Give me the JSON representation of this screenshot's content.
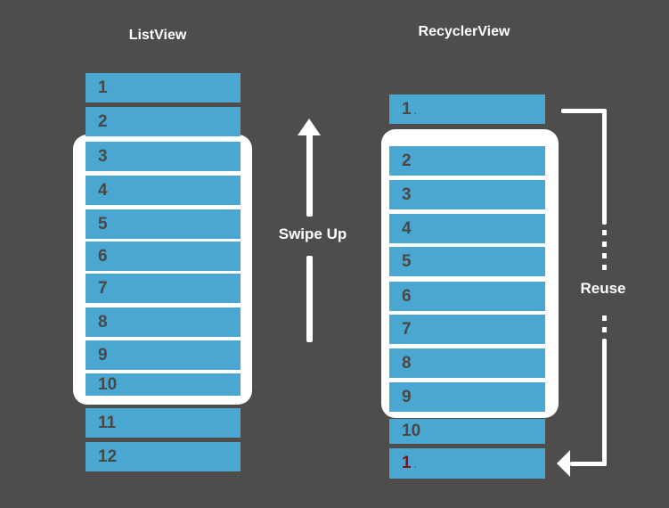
{
  "diagram": {
    "left_panel": {
      "title": "ListView",
      "rows": [
        "1",
        "2",
        "3",
        "4",
        "5",
        "6",
        "7",
        "8",
        "9",
        "10",
        "11",
        "12"
      ]
    },
    "right_panel": {
      "title": "RecyclerView",
      "rows": [
        {
          "label": "1",
          "suffix": "."
        },
        {
          "label": "2"
        },
        {
          "label": "3"
        },
        {
          "label": "4"
        },
        {
          "label": "5"
        },
        {
          "label": "6"
        },
        {
          "label": "7"
        },
        {
          "label": "8"
        },
        {
          "label": "9"
        },
        {
          "label": "10"
        },
        {
          "label": "1",
          "suffix": ".",
          "reused": true
        }
      ]
    },
    "swipe_arrow_label": "Swipe Up",
    "reuse_label": "Reuse"
  },
  "colors": {
    "background": "#4F4C4C",
    "row_blue": "#4AA7D2",
    "row_number_text": "#4A4747",
    "reused_number_text": "#8A0F12",
    "accent_white": "#FFFFFF"
  }
}
